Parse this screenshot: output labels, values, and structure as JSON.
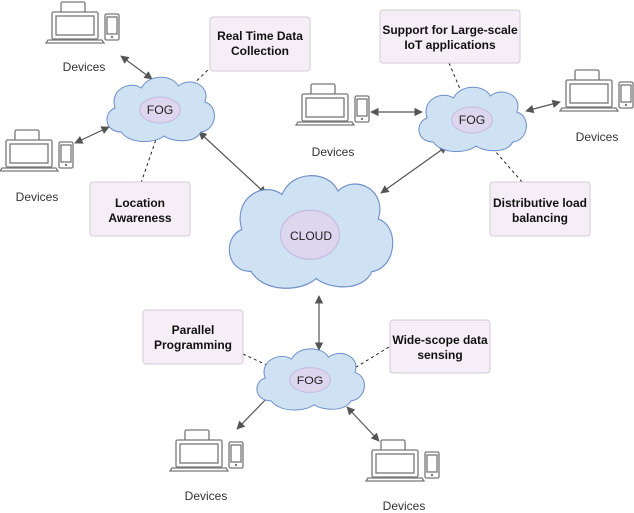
{
  "cloud": {
    "label": "CLOUD"
  },
  "fog_nodes": [
    {
      "id": "fog-top-left",
      "label": "FOG"
    },
    {
      "id": "fog-top-right",
      "label": "FOG"
    },
    {
      "id": "fog-bottom",
      "label": "FOG"
    }
  ],
  "feature_boxes": [
    {
      "id": "real-time",
      "lines": [
        "Real Time Data",
        "Collection"
      ]
    },
    {
      "id": "location",
      "lines": [
        "Location",
        "Awareness"
      ]
    },
    {
      "id": "iot",
      "lines": [
        "Support for Large-scale",
        "IoT applications"
      ]
    },
    {
      "id": "load",
      "lines": [
        "Distributive load",
        "balancing"
      ]
    },
    {
      "id": "parallel",
      "lines": [
        "Parallel",
        "Programming"
      ]
    },
    {
      "id": "wide",
      "lines": [
        "Wide-scope data",
        "sensing"
      ]
    }
  ],
  "device_groups": [
    {
      "id": "dev-1",
      "label": "Devices"
    },
    {
      "id": "dev-2",
      "label": "Devices"
    },
    {
      "id": "dev-3",
      "label": "Devices"
    },
    {
      "id": "dev-4",
      "label": "Devices"
    },
    {
      "id": "dev-5",
      "label": "Devices"
    },
    {
      "id": "dev-6",
      "label": "Devices"
    }
  ],
  "colors": {
    "cloud_fill": "#cfe2f3",
    "cloud_stroke": "#6d8fc7",
    "core_fill": "#dcd6ee",
    "box_fill": "#f6eef7",
    "box_stroke": "#d3cbd6"
  }
}
